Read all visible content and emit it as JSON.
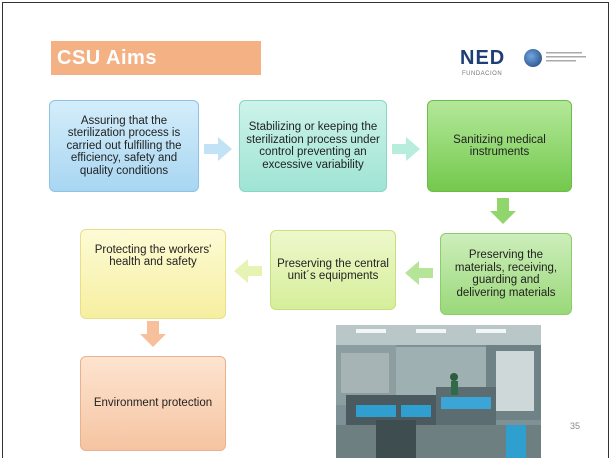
{
  "slide": {
    "title": "CSU Aims",
    "logo": {
      "name": "NED",
      "sub": "FUNDACION"
    },
    "boxes": [
      {
        "text": "Assuring that the sterilization process is carried out fulfilling the efficiency, safety and quality conditions"
      },
      {
        "text": "Stabilizing or keeping the sterilization process under control preventing an excessive variability"
      },
      {
        "text": "Sanitizing medical instruments"
      },
      {
        "text": "Preserving the materials, receiving, guarding and delivering materials"
      },
      {
        "text": "Preserving the central unit´s equipments"
      },
      {
        "text": "Protecting the workers' health and safety"
      },
      {
        "text": "Environment protection"
      }
    ],
    "page_number": "35"
  },
  "colors": {
    "title_bg": "#f4b183",
    "blue": "#a8d6f2",
    "teal": "#9fe4d4",
    "green": "#73c94d",
    "lime": "#d6ee9a",
    "yellow": "#f6efa0",
    "orange": "#f6c4a2"
  }
}
